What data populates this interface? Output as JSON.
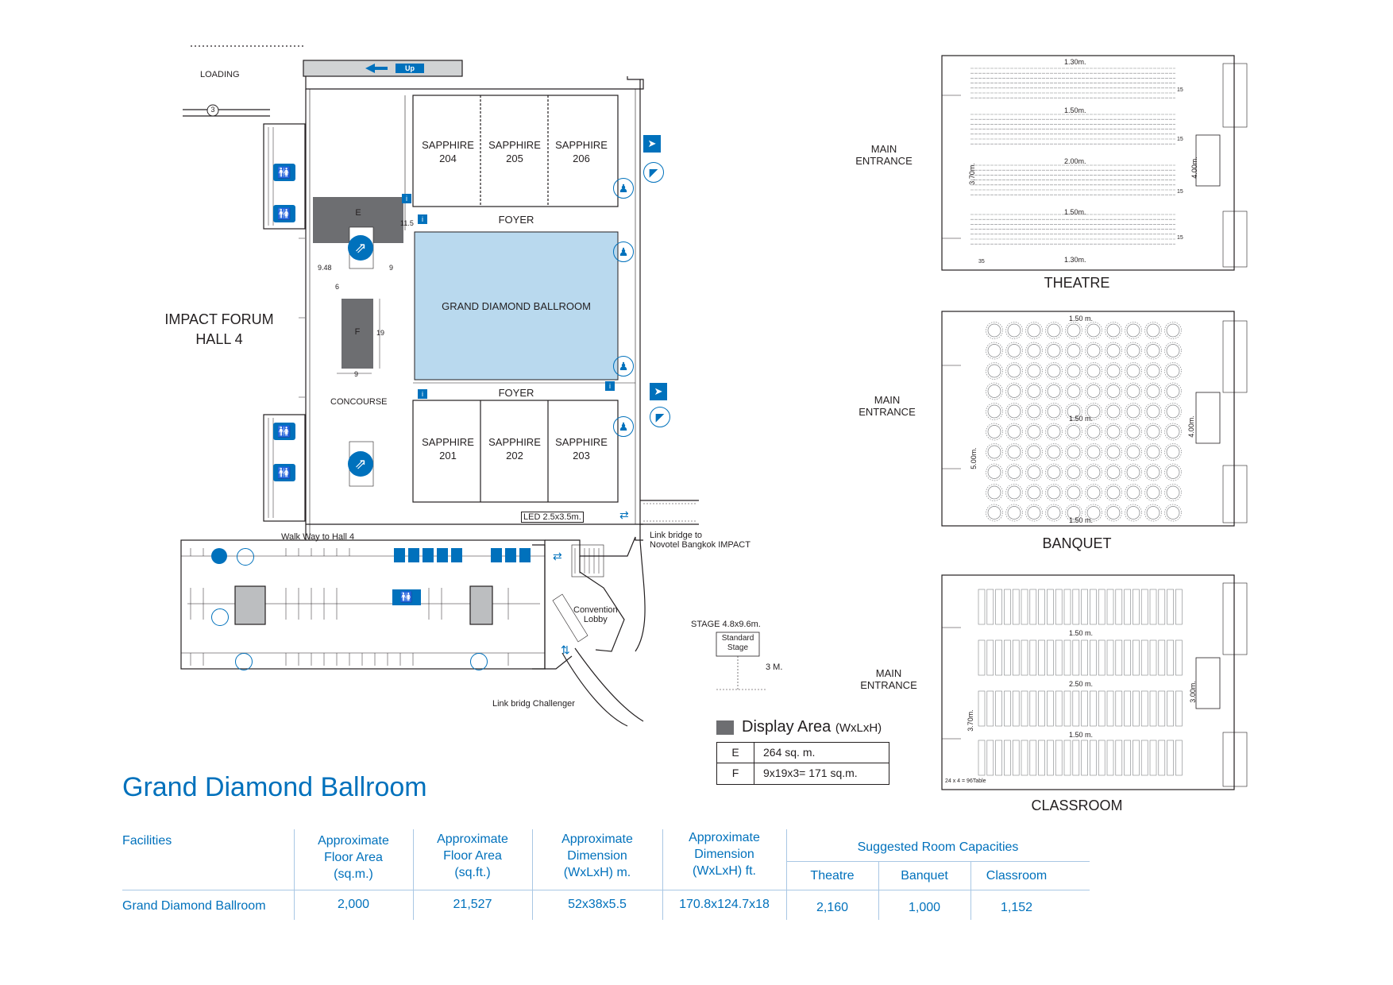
{
  "page_title": "Grand Diamond Ballroom",
  "floorplan": {
    "loading": "LOADING",
    "marker_3": "3",
    "up_label": "Up",
    "hall_title_line1": "IMPACT FORUM",
    "hall_title_line2": "HALL 4",
    "concourse": "CONCOURSE",
    "foyer_top": "FOYER",
    "foyer_bottom": "FOYER",
    "ballroom": "GRAND DIAMOND BALLROOM",
    "sapphire_204": [
      "SAPPHIRE",
      "204"
    ],
    "sapphire_205": [
      "SAPPHIRE",
      "205"
    ],
    "sapphire_206": [
      "SAPPHIRE",
      "206"
    ],
    "sapphire_201": [
      "SAPPHIRE",
      "201"
    ],
    "sapphire_202": [
      "SAPPHIRE",
      "202"
    ],
    "sapphire_203": [
      "SAPPHIRE",
      "203"
    ],
    "area_e": "E",
    "area_f": "F",
    "dim_11_5": "11.5",
    "dim_9_48": "9.48",
    "dim_9a": "9",
    "dim_9b": "9",
    "dim_19": "19",
    "dim_6": "6",
    "led": "LED 2.5x3.5m.",
    "walkway": "Walk Way to Hall 4",
    "link_bridge_novotel": [
      "Link bridge to",
      "Novotel Bangkok IMPACT"
    ],
    "convention_lobby": [
      "Convention",
      "Lobby"
    ],
    "link_bridge_challenger": "Link bridg Challenger",
    "stage_label": "STAGE  4.8x9.6m.",
    "standard_stage": [
      "Standard",
      "Stage"
    ],
    "stage_height": "3 M."
  },
  "legend": {
    "title": "Display Area",
    "unit": "(WxLxH)",
    "rows": [
      {
        "key": "E",
        "value": "264 sq. m."
      },
      {
        "key": "F",
        "value": "9x19x3= 171 sq.m."
      }
    ]
  },
  "layouts": {
    "theatre": {
      "title": "THEATRE",
      "entrance": [
        "MAIN",
        "ENTRANCE"
      ],
      "dims": [
        "1.30m.",
        "1.50m.",
        "2.00m.",
        "1.50m.",
        "1.30m.",
        "3.70m.",
        "4.00m."
      ],
      "row_counts": [
        "15",
        "15",
        "15",
        "15"
      ],
      "col_count": "35"
    },
    "banquet": {
      "title": "BANQUET",
      "entrance": [
        "MAIN",
        "ENTRANCE"
      ],
      "dims": [
        "1.50 m.",
        "1.50 m.",
        "1.50 m.",
        "5.00m.",
        "4.00m."
      ]
    },
    "classroom": {
      "title": "CLASSROOM",
      "entrance": [
        "MAIN",
        "ENTRANCE"
      ],
      "dims": [
        "1.50 m.",
        "2.50 m.",
        "1.50 m.",
        "3.70m.",
        "3.00m."
      ],
      "note": "24 x 4 = 96Table"
    }
  },
  "capacity_table": {
    "headers": {
      "facilities": "Facilities",
      "area_sqm": [
        "Approximate",
        "Floor Area",
        "(sq.m.)"
      ],
      "area_sqft": [
        "Approximate",
        "Floor Area",
        "(sq.ft.)"
      ],
      "dim_m": [
        "Approximate",
        "Dimension",
        "(WxLxH) m."
      ],
      "dim_ft": [
        "Approximate",
        "Dimension",
        "(WxLxH) ft."
      ],
      "suggested": "Suggested Room Capacities",
      "theatre": "Theatre",
      "banquet": "Banquet",
      "classroom": "Classroom"
    },
    "row": {
      "name": "Grand Diamond Ballroom",
      "area_sqm": "2,000",
      "area_sqft": "21,527",
      "dim_m": "52x38x5.5",
      "dim_ft": "170.8x124.7x18",
      "theatre": "2,160",
      "banquet": "1,000",
      "classroom": "1,152"
    }
  },
  "colors": {
    "accent": "#0071bc",
    "ballroom_fill": "#b9d9ee",
    "display_area": "#6d6e71",
    "line": "#231f20",
    "table_rule": "#a9c7e4"
  },
  "icons": [
    "escalator-icon",
    "restroom-icon",
    "fire-exit-icon",
    "stairs-icon",
    "info-icon",
    "person-icon",
    "elevator-icon",
    "arrow-icon"
  ]
}
